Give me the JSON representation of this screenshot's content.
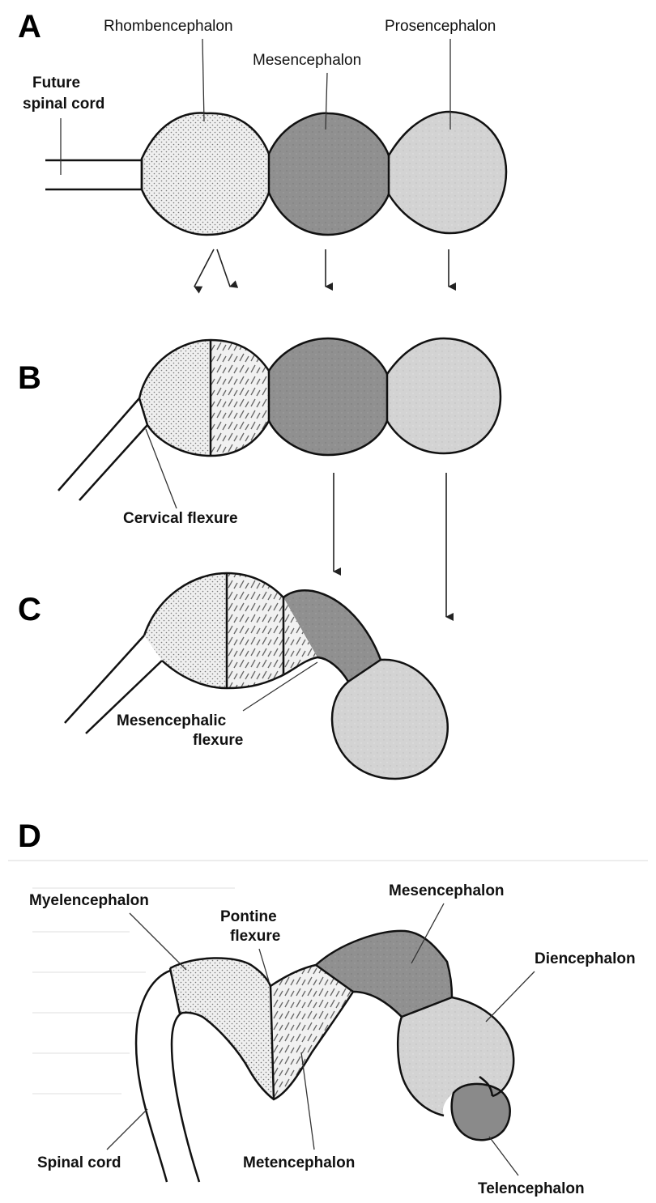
{
  "panels": {
    "a": {
      "letter": "A",
      "labels": {
        "future_spinal_cord": [
          "Future",
          "spinal cord"
        ],
        "rhombencephalon": "Rhombencephalon",
        "mesencephalon": "Mesencephalon",
        "prosencephalon": "Prosencephalon"
      }
    },
    "b": {
      "letter": "B",
      "labels": {
        "cervical_flexure": "Cervical flexure"
      }
    },
    "c": {
      "letter": "C",
      "labels": {
        "mesencephalic_flexure": [
          "Mesencephalic",
          "flexure"
        ]
      }
    },
    "d": {
      "letter": "D",
      "labels": {
        "myelencephalon": "Myelencephalon",
        "pontine_flexure": [
          "Pontine",
          "flexure"
        ],
        "mesencephalon": "Mesencephalon",
        "diencephalon": "Diencephalon",
        "spinal_cord": "Spinal cord",
        "metencephalon": "Metencephalon",
        "telencephalon": "Telencephalon"
      }
    }
  },
  "colors": {
    "rhombencephalon_fill": "#ececec",
    "mesencephalon_fill": "#8e8e8e",
    "prosencephalon_fill": "#d2d2d2",
    "telencephalon_fill": "#8a8a8a",
    "outline": "#111111"
  }
}
